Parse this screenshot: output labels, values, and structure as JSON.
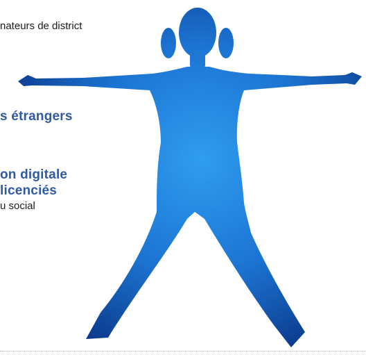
{
  "lines": [
    "nateurs de district",
    "s étrangers",
    "on digitale",
    "licenciés",
    "u social"
  ],
  "figure": {
    "icon": "person-star-jump-silhouette-icon",
    "colors": {
      "light": "#2f9df0",
      "mid": "#1c74d2",
      "dark": "#0c3c8f"
    }
  },
  "colors": {
    "heading": "#2f58a5",
    "body": "#1a1a1a",
    "rule": "#9fb2cf"
  }
}
